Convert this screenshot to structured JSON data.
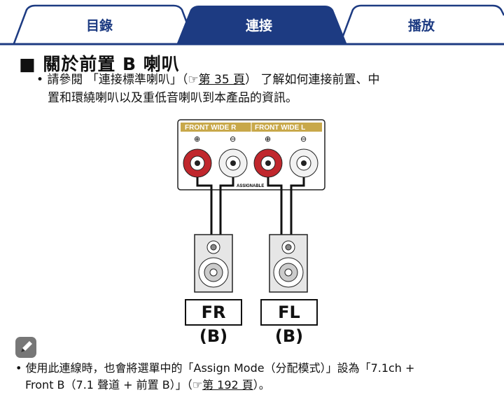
{
  "tabs": {
    "toc": "目錄",
    "connection": "連接",
    "playback": "播放"
  },
  "heading": "■ 關於前置 B 喇叭",
  "bullet1": {
    "prefix": "•  請參閱 「連接標準喇叭」（",
    "ref": "第 35 頁",
    "suffix": "） 了解如何連接前置、中",
    "line2": "置和環繞喇叭以及重低音喇叭到本產品的資訊。"
  },
  "panel": {
    "left_title": "FRONT WIDE R",
    "right_title": "FRONT WIDE L",
    "assignable": "ASSIGNABLE",
    "plus": "⊕",
    "minus": "⊖"
  },
  "speakers": {
    "fr": "FR (B)",
    "fl": "FL (B)"
  },
  "note": {
    "line1": "•  使用此連線時，也會將選單中的「Assign Mode（分配模式）」設為「7.1ch +",
    "line2_prefix": "Front B（7.1 聲道 + 前置 B）」（",
    "ref": "第 192 頁",
    "line2_suffix": "）。"
  },
  "colors": {
    "tab_active": "#1d3b82",
    "terminal_red": "#c0272d",
    "panel_title_bg": "#c8a84a"
  }
}
